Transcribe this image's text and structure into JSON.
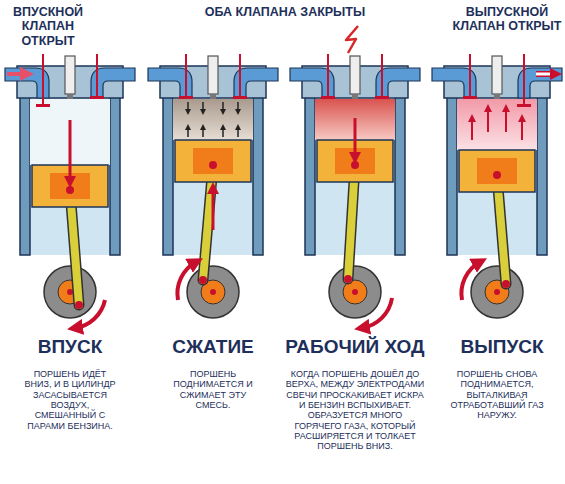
{
  "diagram": {
    "labels": [
      "ВПУСКНОЙ КЛАПАН ОТКРЫТ",
      "ОБА КЛАПАНА ЗАКРЫТЫ",
      "ВЫПУСКНОЙ КЛАПАН ОТКРЫТ",
      "ВПУСК",
      "СЖАТИЕ",
      "РАБОЧИЙ ХОД",
      "ВЫПУСК",
      "ПОРШЕНЬ ИДЁТ ВНИЗ, И В ЦИЛИНДР ЗАСАСЫВАЕТСЯ ВОЗДУХ, СМЕШАННЫЙ С ПАРАМИ БЕНЗИНА.",
      "ПОРШЕНЬ ПОДНИМАЕТСЯ И СЖИМАЕТ ЭТУ СМЕСЬ.",
      "КОГДА ПОРШЕНЬ ДОШЁЛ ДО ВЕРХА, МЕЖДУ ЭЛЕКТРОДАМИ СВЕЧИ ПРОСКАКИВАЕТ ИСКРА И БЕНЗИН ВСПЫХИВАЕТ. ОБРАЗУЕТСЯ МНОГО ГОРЯЧЕГО ГАЗА, КОТОРЫЙ РАСШИРЯЕТСЯ И ТОЛКАЕТ ПОРШЕНЬ ВНИЗ.",
      "ПОРШЕНЬ СНОВА ПОДНИМАЕТСЯ, ВЫТАЛКИВАЯ ОТРАБОТАВШИЙ ГАЗ НАРУЖУ."
    ]
  }
}
